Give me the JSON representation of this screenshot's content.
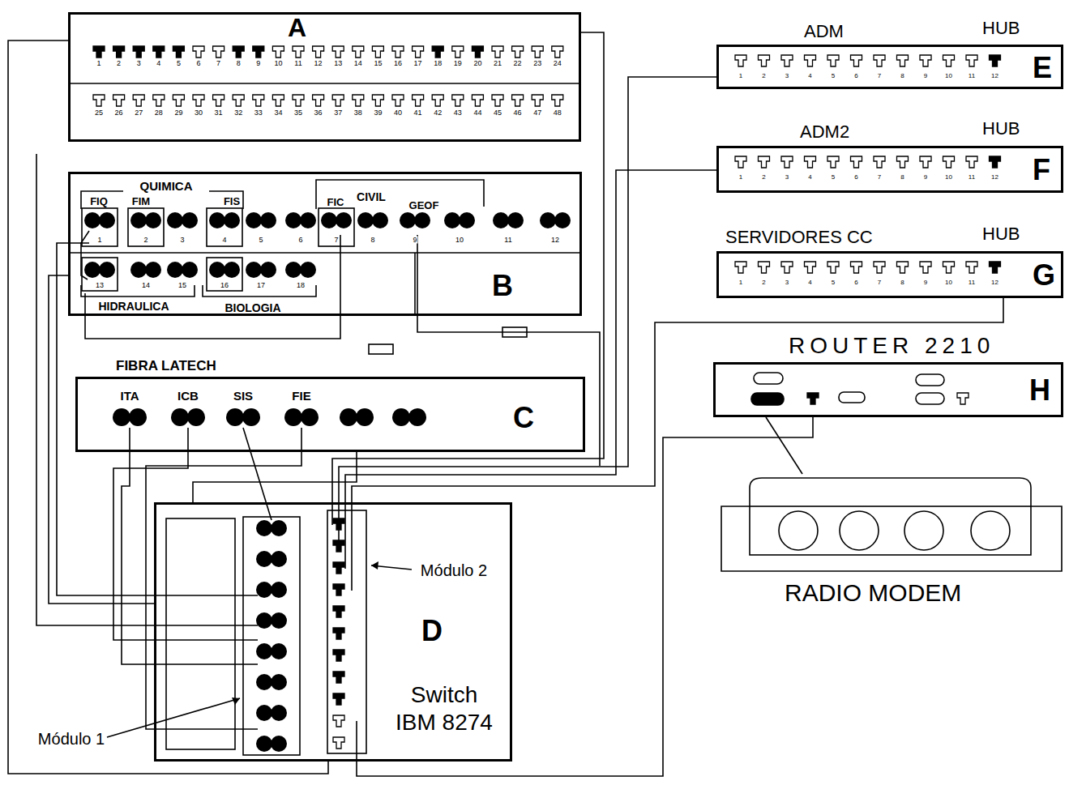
{
  "diagram": {
    "nodes": [
      {
        "text": [
          "A"
        ]
      },
      {
        "text": [
          "B"
        ]
      },
      {
        "text": [
          "FIBRA LATECH",
          "C"
        ]
      },
      {
        "text": [
          "D",
          "Switch IBM 8274"
        ]
      },
      {
        "text": [
          "ADM",
          "HUB",
          "E"
        ]
      },
      {
        "text": [
          "ADM2",
          "HUB",
          "F"
        ]
      },
      {
        "text": [
          "SERVIDORES CC",
          "HUB",
          "G"
        ]
      },
      {
        "text": [
          "ROUTER 2210",
          "H"
        ]
      },
      {
        "text": [
          "RADIO MODEM"
        ]
      }
    ],
    "edges": [
      {
        "from": 0,
        "to": 3,
        "arrow": "none"
      },
      {
        "from": 1,
        "to": 3,
        "arrow": "none"
      },
      {
        "from": 2,
        "to": 3,
        "arrow": "none"
      },
      {
        "from": 4,
        "to": 3,
        "arrow": "none"
      },
      {
        "from": 5,
        "to": 3,
        "arrow": "none"
      },
      {
        "from": 6,
        "to": 3,
        "arrow": "none"
      },
      {
        "from": 7,
        "to": 3,
        "arrow": "none"
      },
      {
        "from": 7,
        "to": 8,
        "arrow": "none"
      },
      {
        "from": 0,
        "to": 3,
        "arrow": "none"
      }
    ],
    "labels": [
      "1",
      "2",
      "3",
      "4",
      "5",
      "6",
      "7",
      "8",
      "9",
      "10",
      "11",
      "12",
      "13",
      "14",
      "15",
      "16",
      "17",
      "18",
      "19",
      "20",
      "21",
      "22",
      "23",
      "24",
      "25",
      "26",
      "27",
      "28",
      "29",
      "30",
      "31",
      "32",
      "33",
      "34",
      "35",
      "36",
      "37",
      "38",
      "39",
      "40",
      "41",
      "42",
      "43",
      "44",
      "45",
      "46",
      "47",
      "48",
      "QUIMICA",
      "FIQ",
      "FIM",
      "FIS",
      "FIC",
      "CIVIL",
      "GEOF",
      "1",
      "2",
      "3",
      "4",
      "5",
      "6",
      "7",
      "8",
      "9",
      "10",
      "11",
      "12",
      "13",
      "14",
      "15",
      "16",
      "17",
      "18",
      "HIDRAULICA",
      "BIOLOGIA",
      "ITA",
      "ICB",
      "SIS",
      "FIE",
      "1",
      "2",
      "3",
      "4",
      "5",
      "6",
      "7",
      "8",
      "9",
      "10",
      "11",
      "12",
      "1",
      "2",
      "3",
      "4",
      "5",
      "6",
      "7",
      "8",
      "9",
      "10",
      "11",
      "12",
      "1",
      "2",
      "3",
      "4",
      "5",
      "6",
      "7",
      "8",
      "9",
      "10",
      "11",
      "12",
      "Módulo 2",
      "Módulo 1"
    ]
  }
}
